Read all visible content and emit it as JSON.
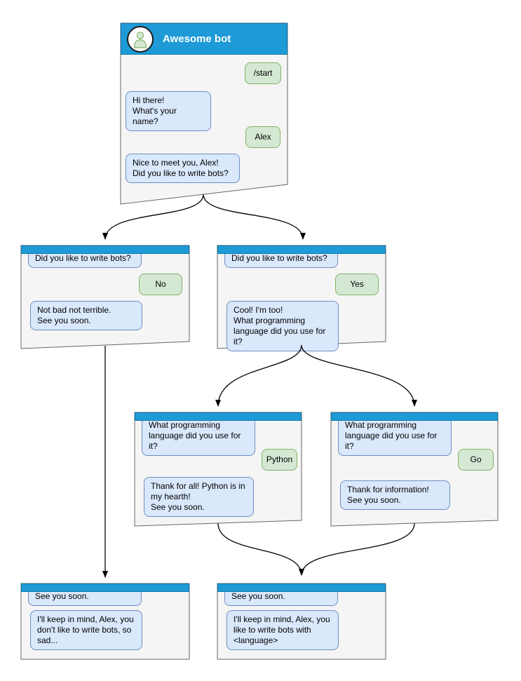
{
  "title": "Awesome bot",
  "colors": {
    "header_blue": "#1e9bd7",
    "header_border": "#0e7aad",
    "window_fill": "#f5f5f5",
    "window_border": "#666666",
    "bot_bubble_fill": "#dae8fc",
    "bot_bubble_border": "#6c8ebf",
    "user_bubble_fill": "#d5e8d4",
    "user_bubble_border": "#82b366",
    "connector": "#000000"
  },
  "nodes": {
    "root": {
      "header": {
        "title": "Awesome bot",
        "avatar_icon": "person-icon"
      },
      "messages": [
        {
          "from": "user",
          "text": "/start"
        },
        {
          "from": "bot",
          "text": "Hi there!\nWhat's your name?"
        },
        {
          "from": "user",
          "text": "Alex"
        },
        {
          "from": "bot",
          "text": "Nice to meet you, Alex!\nDid you like to write bots?"
        }
      ]
    },
    "branch_no": {
      "messages": [
        {
          "from": "bot",
          "text": "Did you like to write bots?"
        },
        {
          "from": "user",
          "text": "No"
        },
        {
          "from": "bot",
          "text": "Not bad not terrible.\nSee you soon."
        }
      ]
    },
    "branch_yes": {
      "messages": [
        {
          "from": "bot",
          "text": "Did you like to write bots?"
        },
        {
          "from": "user",
          "text": "Yes"
        },
        {
          "from": "bot",
          "text": "Cool! I'm too!\nWhat programming\nlanguage did you use for it?"
        }
      ]
    },
    "branch_python": {
      "messages": [
        {
          "from": "bot",
          "text": "What programming\nlanguage did you use for it?"
        },
        {
          "from": "user",
          "text": "Python"
        },
        {
          "from": "bot",
          "text": "Thank for all! Python is in\nmy hearth!\nSee you soon."
        }
      ]
    },
    "branch_go": {
      "messages": [
        {
          "from": "bot",
          "text": "What programming\nlanguage did you use for it?"
        },
        {
          "from": "user",
          "text": "Go"
        },
        {
          "from": "bot",
          "text": "Thank for information!\nSee you soon."
        }
      ]
    },
    "final_no": {
      "messages": [
        {
          "from": "bot",
          "text": "See you soon."
        },
        {
          "from": "bot",
          "text": "I'll keep in mind, Alex, you\ndon't like to write bots, so\nsad..."
        }
      ]
    },
    "final_language": {
      "messages": [
        {
          "from": "bot",
          "text": "See you soon."
        },
        {
          "from": "bot",
          "text": "I'll keep in mind, Alex, you\nlike to write bots with\n<language>"
        }
      ]
    }
  }
}
